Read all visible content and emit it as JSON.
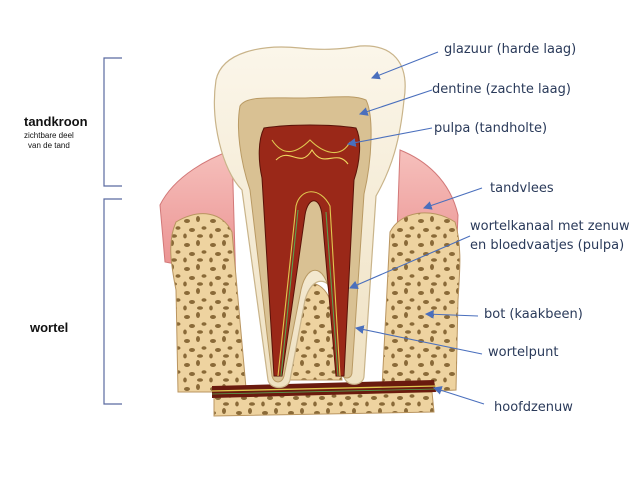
{
  "left": {
    "crown_title": "tandkroon",
    "crown_sub1": "zichtbare deel",
    "crown_sub2": "van de tand",
    "root_title": "wortel"
  },
  "labels": {
    "enamel": "glazuur (harde laag)",
    "dentin": "dentine (zachte laag)",
    "pulp": "pulpa (tandholte)",
    "gum": "tandvlees",
    "canal1": "wortelkanaal met zenuw",
    "canal2": "en bloedvaatjes (pulpa)",
    "bone": "bot (kaakbeen)",
    "apex": "wortelpunt",
    "nerve": "hoofdzenuw"
  },
  "colors": {
    "enamel": "#f6eedd",
    "dentin": "#d9c193",
    "pulp": "#9a2818",
    "gum": "#ec9a9a",
    "bone": "#eed3a0",
    "bone_holes": "#8a6a38",
    "arrow": "#4a6fbd",
    "bracket": "#5a6aa0"
  }
}
